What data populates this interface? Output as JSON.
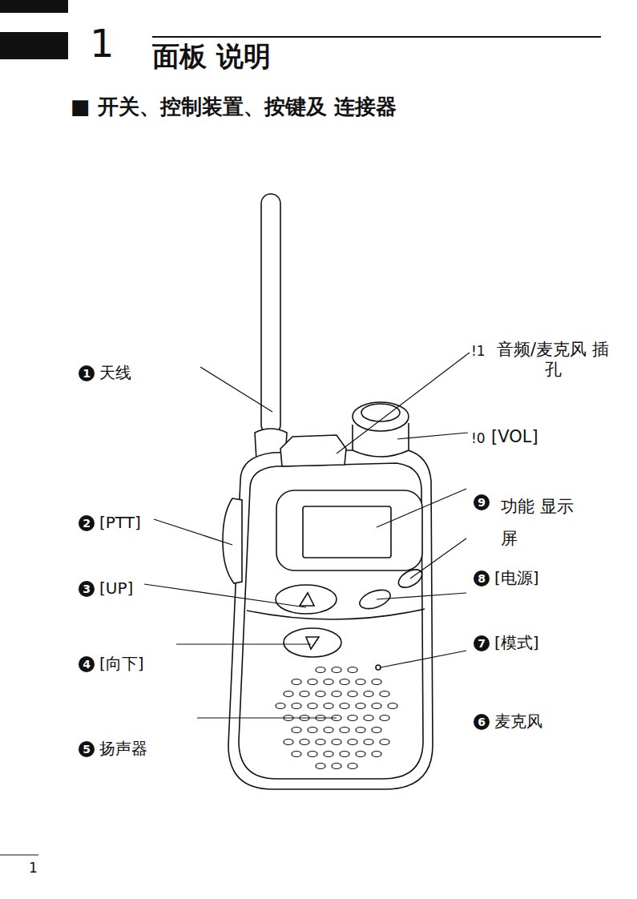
{
  "diagram": {
    "title": "面板 说明",
    "labels": [
      "1",
      "■ 开关、控制装置、按键及 连接器",
      "1",
      "天线",
      "!1",
      "音频/麦克风 插孔",
      "!0",
      "[VOL]",
      "9",
      "功能 显示 屏",
      "2",
      "[PTT]",
      "8",
      "[电源]",
      "3",
      "[UP]",
      "7",
      "[模式]",
      "4",
      "[向下]",
      "6",
      "麦克风",
      "5",
      "扬声器",
      "1"
    ]
  }
}
